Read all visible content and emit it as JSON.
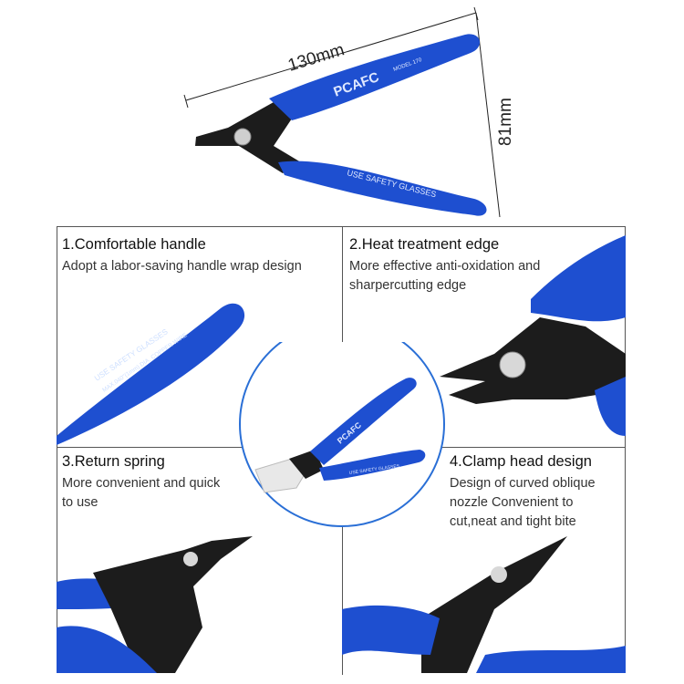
{
  "dimensions": {
    "length": "130mm",
    "height": "81mm"
  },
  "product": {
    "brand": "PCAFC",
    "model": "MODEL 170",
    "handle_text": "USE SAFETY GLASSES",
    "handle_text2": "MAX.040\"(1mm) DIA. COPPER WIRE"
  },
  "features": [
    {
      "title": "1.Comfortable handle",
      "desc": "Adopt a labor-saving handle wrap design"
    },
    {
      "title": "2.Heat treatment edge",
      "desc": "More effective anti-oxidation and sharpercutting edge"
    },
    {
      "title": "3.Return spring",
      "desc": "More convenient and quick to use"
    },
    {
      "title": "4.Clamp head design",
      "desc": "Design of curved oblique nozzle Convenient to cut,neat and tight bite"
    }
  ],
  "colors": {
    "handle": "#1e4fd0",
    "jaw": "#1c1c1c",
    "border": "#555555",
    "circle": "#2a6fd6"
  }
}
